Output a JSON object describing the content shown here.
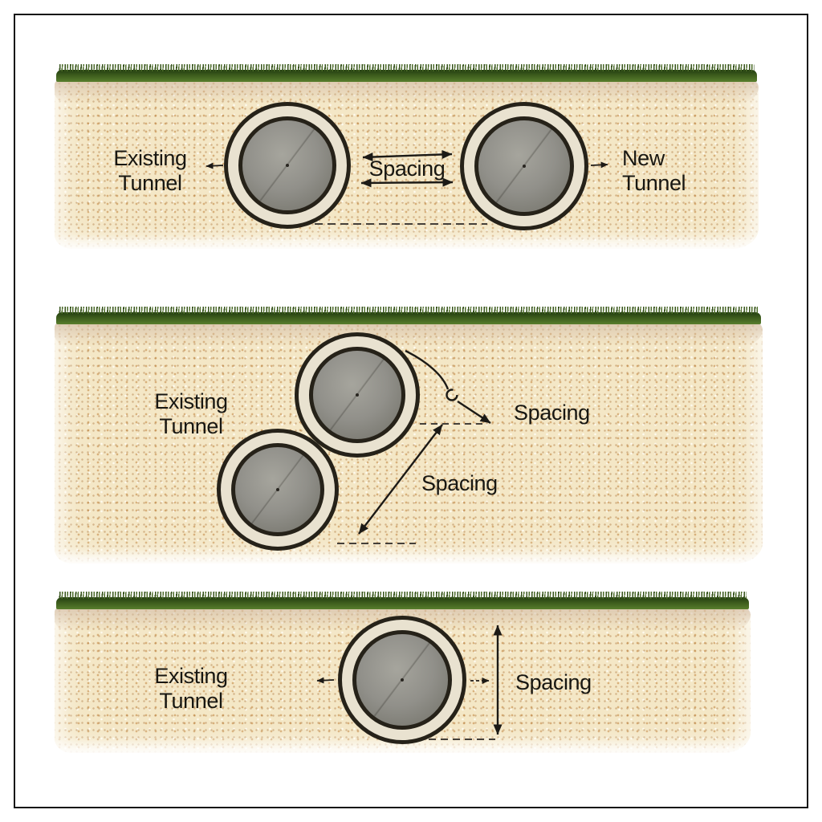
{
  "figure": {
    "description_labels": {
      "existing_tunnel": {
        "line1": "Existing",
        "line2": "Tunnel"
      },
      "new_tunnel": {
        "line1": "New",
        "line2": "Tunnel"
      },
      "spacing": "Spacing"
    }
  },
  "colors": {
    "frame": "#141414",
    "background": "#ffffff",
    "soil": "#f4e7c6",
    "soil_speckle": "#ba782c",
    "grass_dark": "#223d10",
    "grass_light": "#597e2d",
    "tunnel_lining": "#e9e2d0",
    "tunnel_outline": "#262219",
    "tunnel_bore": "#91908a",
    "text": "#181712",
    "arrow": "#1c1a16"
  },
  "panels": [
    {
      "id": "side-by-side",
      "left_label": {
        "line1": "Existing",
        "line2": "Tunnel"
      },
      "right_label": {
        "line1": "New",
        "line2": "Tunnel"
      },
      "spacing_label": "Spacing"
    },
    {
      "id": "diagonal-pair",
      "left_label": {
        "line1": "Existing",
        "line2": "Tunnel"
      },
      "spacing_label_upper": "Spacing",
      "spacing_label_lower": "Spacing"
    },
    {
      "id": "single-vertical",
      "left_label": {
        "line1": "Existing",
        "line2": "Tunnel"
      },
      "spacing_label": "Spacing"
    }
  ]
}
